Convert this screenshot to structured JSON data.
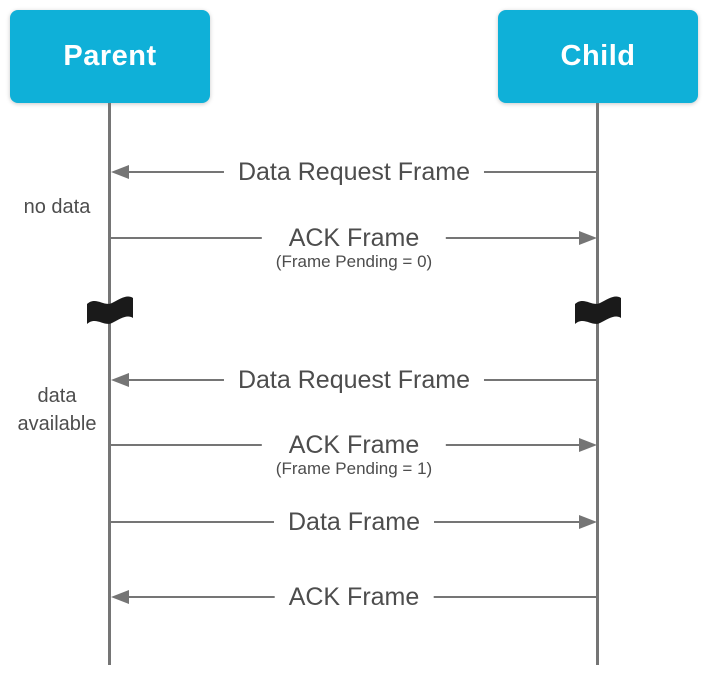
{
  "diagram": {
    "type": "sequence-diagram",
    "actors": [
      {
        "name": "Parent"
      },
      {
        "name": "Child"
      }
    ],
    "annotations": [
      {
        "text": "no data"
      },
      {
        "text": "data\navailable"
      }
    ],
    "messages": [
      {
        "label": "Data Request Frame",
        "from": "Child",
        "to": "Parent"
      },
      {
        "label": "ACK Frame",
        "sublabel": "(Frame Pending = 0)",
        "from": "Parent",
        "to": "Child"
      },
      {
        "label": "Data Request Frame",
        "from": "Child",
        "to": "Parent"
      },
      {
        "label": "ACK Frame",
        "sublabel": "(Frame Pending = 1)",
        "from": "Parent",
        "to": "Child"
      },
      {
        "label": "Data Frame",
        "from": "Parent",
        "to": "Child"
      },
      {
        "label": "ACK Frame",
        "from": "Child",
        "to": "Parent"
      }
    ],
    "icons": {
      "time_break": "flag-icon"
    },
    "colors": {
      "actor_bg": "#0FB0D8",
      "actor_text": "#FFFFFF",
      "line": "#757575",
      "text": "#4D4D4D",
      "flag": "#1A1A1A",
      "background": "#FFFFFF"
    }
  }
}
